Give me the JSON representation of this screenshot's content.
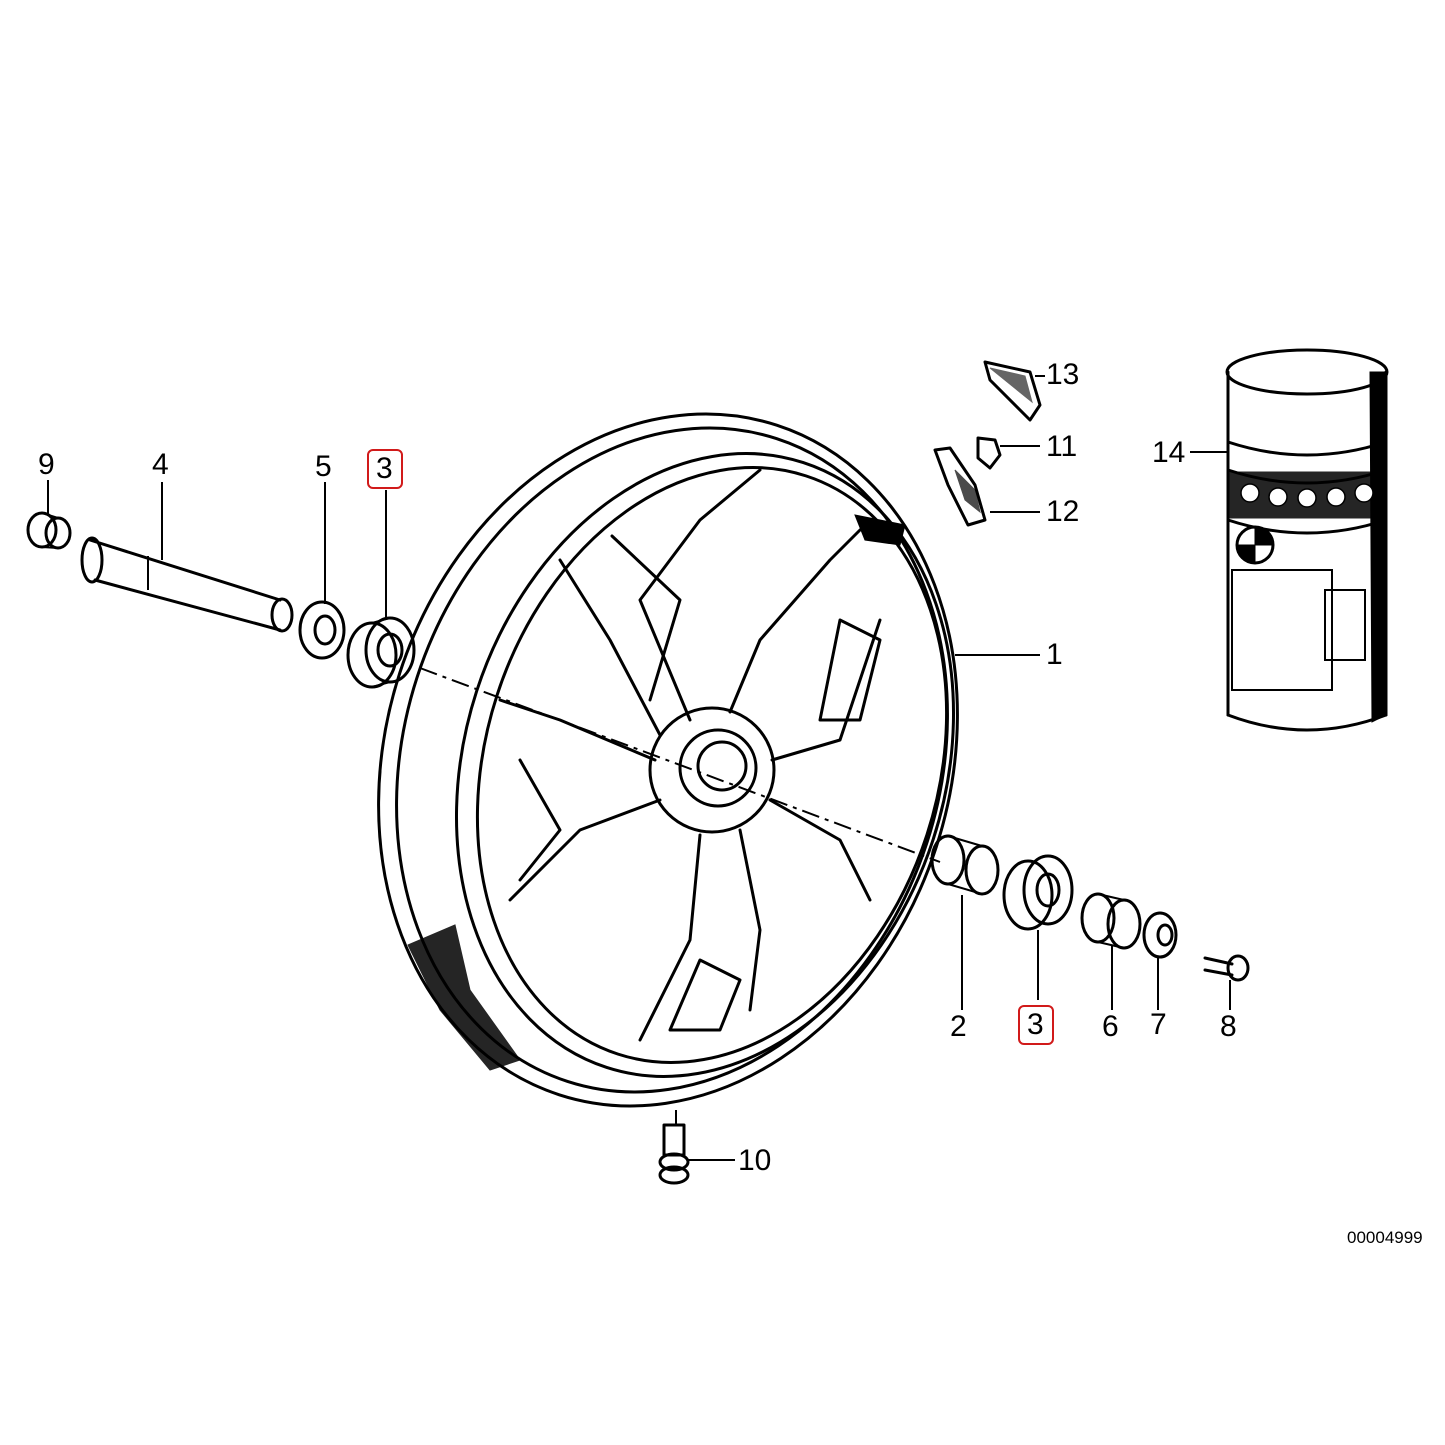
{
  "diagram": {
    "parts": [
      {
        "id": "1",
        "label": "1"
      },
      {
        "id": "2",
        "label": "2"
      },
      {
        "id": "3a",
        "label": "3"
      },
      {
        "id": "3b",
        "label": "3"
      },
      {
        "id": "4",
        "label": "4"
      },
      {
        "id": "5",
        "label": "5"
      },
      {
        "id": "6",
        "label": "6"
      },
      {
        "id": "7",
        "label": "7"
      },
      {
        "id": "8",
        "label": "8"
      },
      {
        "id": "9",
        "label": "9"
      },
      {
        "id": "10",
        "label": "10"
      },
      {
        "id": "11",
        "label": "11"
      },
      {
        "id": "12",
        "label": "12"
      },
      {
        "id": "13",
        "label": "13"
      },
      {
        "id": "14",
        "label": "14"
      }
    ],
    "highlight_color": "#d11a1a",
    "reference_number": "00004999"
  }
}
